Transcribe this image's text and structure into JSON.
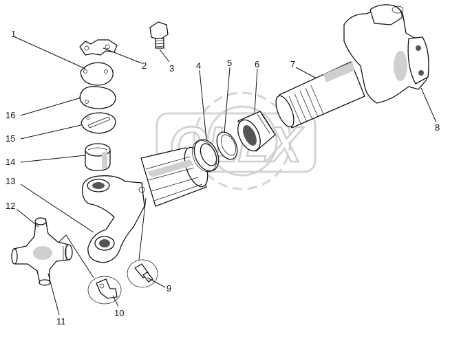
{
  "watermark": {
    "text": "OLLX"
  },
  "callouts": [
    "1",
    "2",
    "3",
    "4",
    "5",
    "6",
    "7",
    "8",
    "9",
    "10",
    "11",
    "12",
    "13",
    "14",
    "15",
    "16"
  ]
}
